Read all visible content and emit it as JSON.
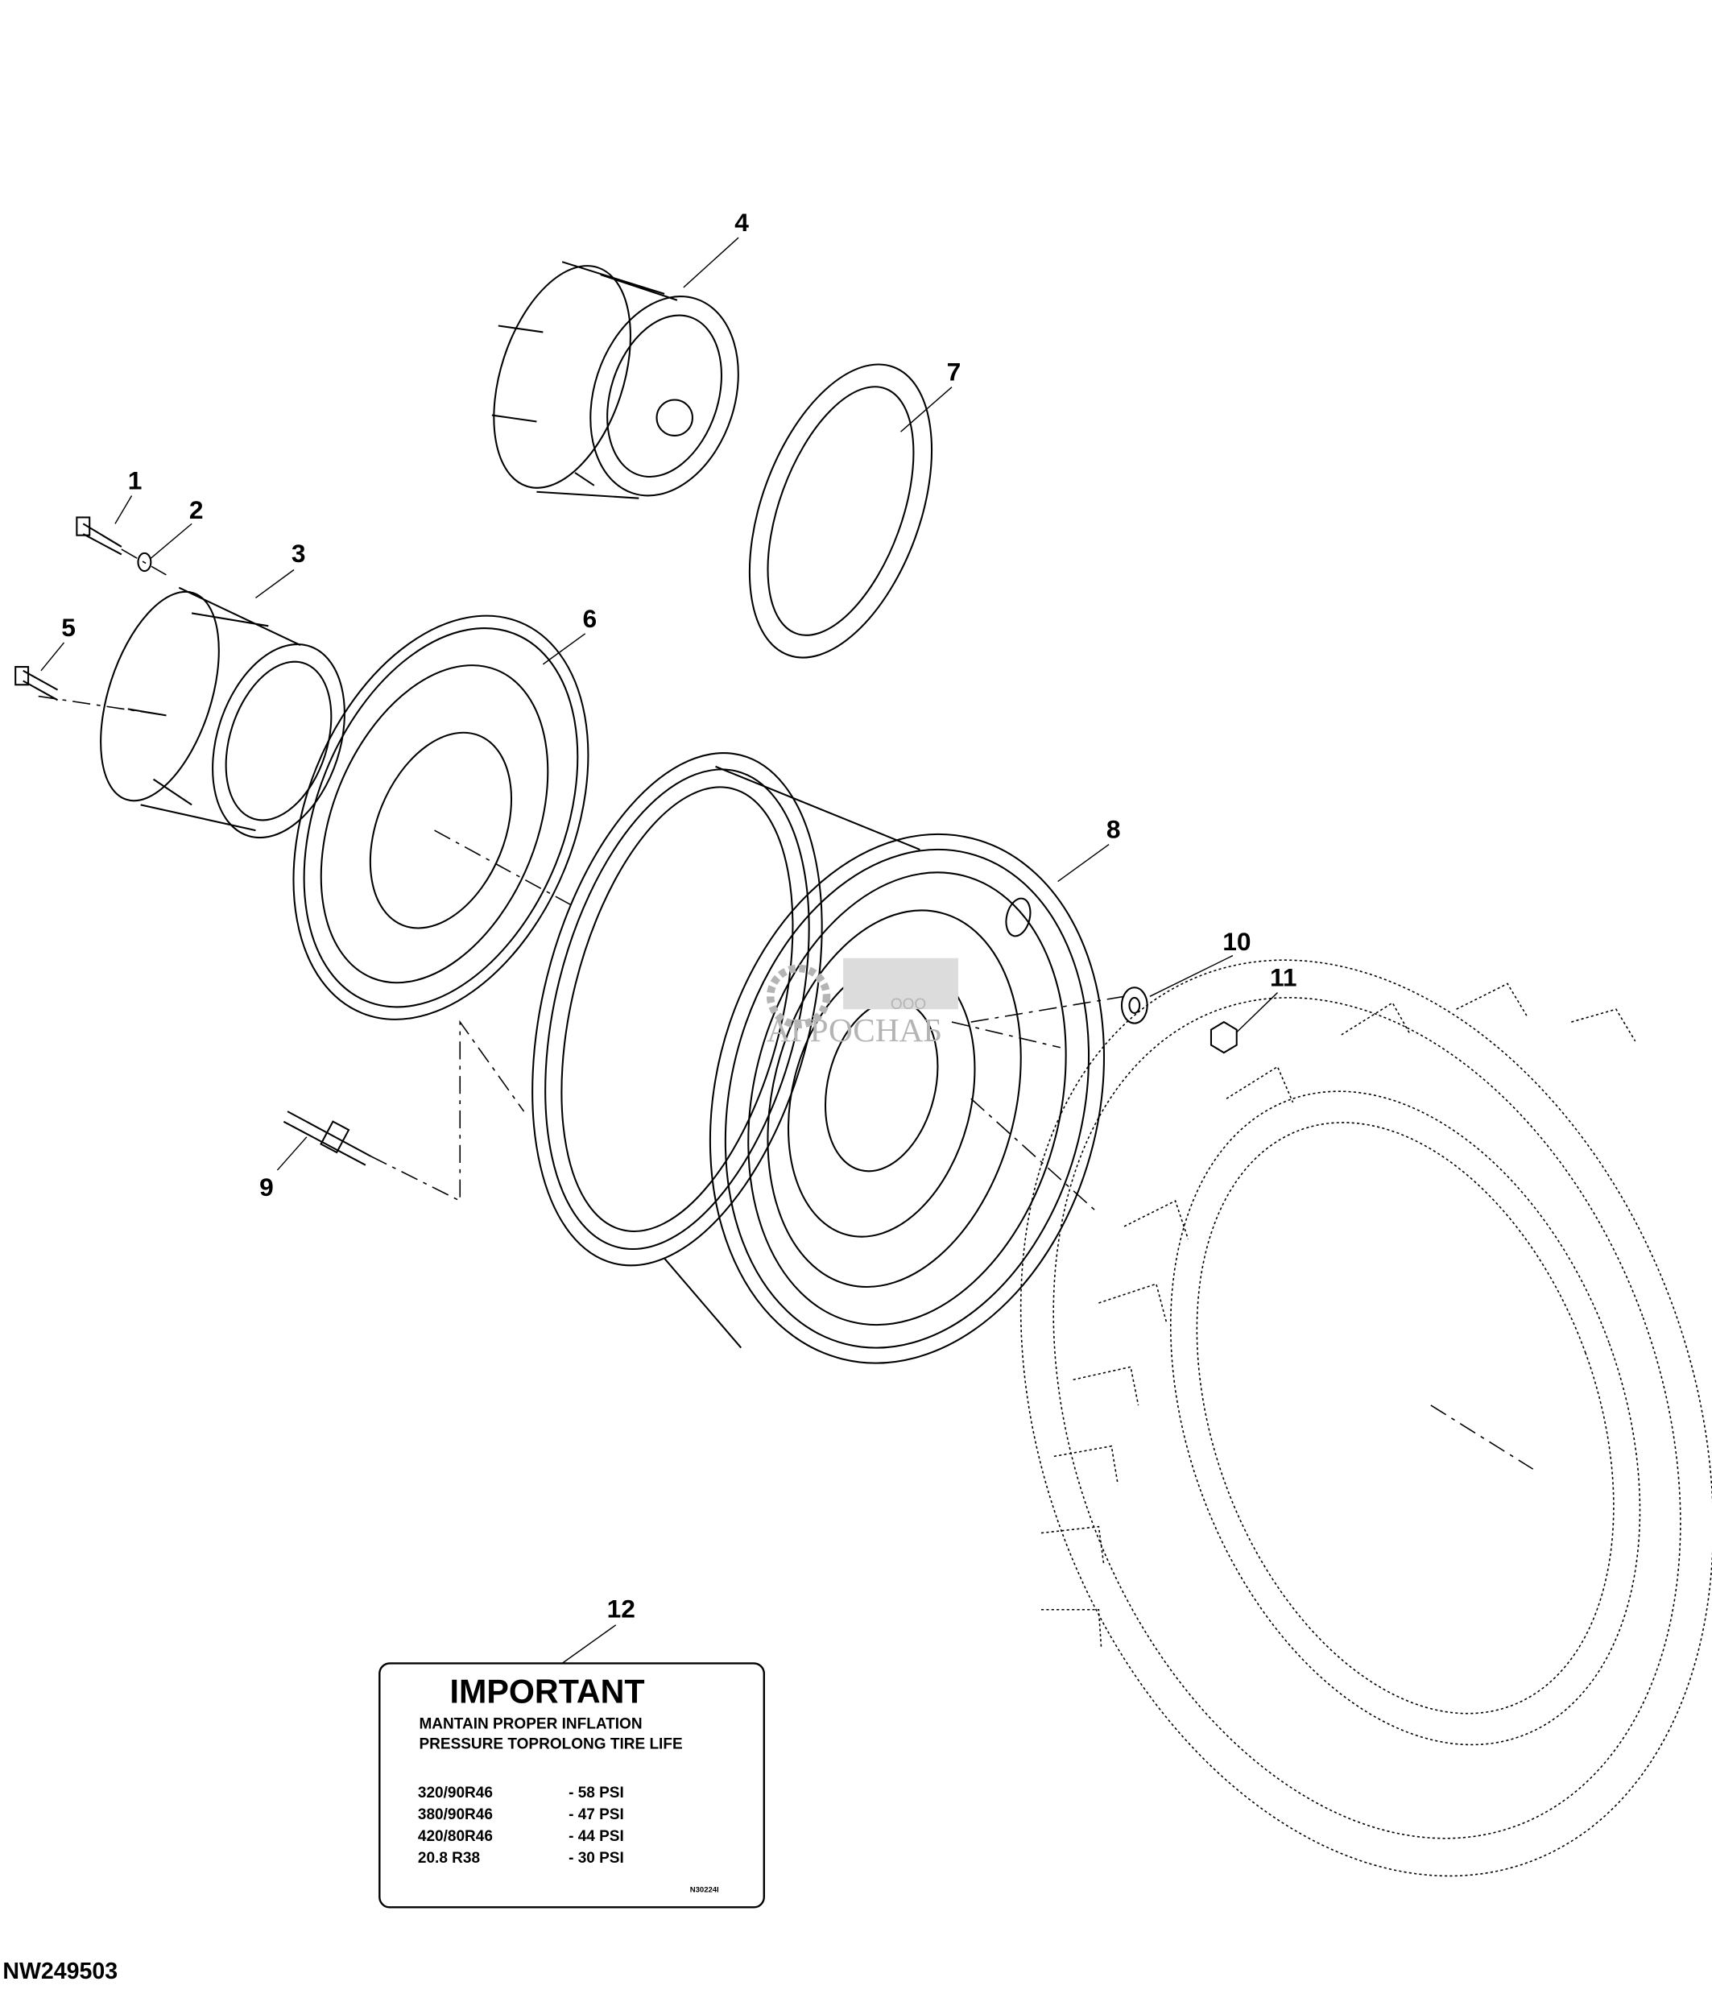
{
  "figure_id": "NW249503",
  "callouts": [
    "1",
    "2",
    "3",
    "4",
    "5",
    "6",
    "7",
    "8",
    "9",
    "10",
    "11",
    "12"
  ],
  "label": {
    "heading": "IMPORTANT",
    "line1": "MANTAIN PROPER INFLATION",
    "line2": "PRESSURE TOPROLONG TIRE  LIFE",
    "rows": [
      {
        "tire": "320/90R46",
        "pressure": "- 58 PSI"
      },
      {
        "tire": "380/90R46",
        "pressure": "- 47 PSI"
      },
      {
        "tire": "420/80R46",
        "pressure": "- 44 PSI"
      },
      {
        "tire": "20.8 R38",
        "pressure": "- 30 PSI"
      }
    ],
    "part_code": "N30224I"
  },
  "watermark": {
    "prefix": "ООО",
    "name": "АГРОСНАБ",
    "color": "#b4b4b4"
  }
}
